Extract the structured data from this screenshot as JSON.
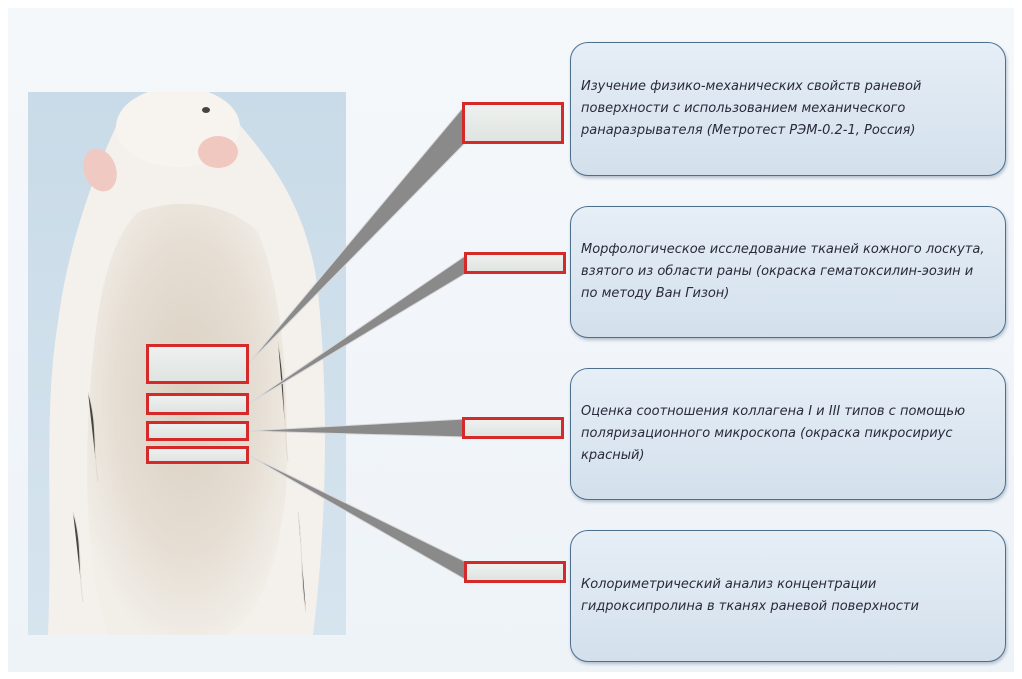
{
  "colors": {
    "sample_border": "#d42a2a",
    "box_border": "#4d6f8e",
    "box_fill": "#dfe8f1",
    "connector_fill": "#8a8a8a",
    "photo_background": "#cfe0ec"
  },
  "photo": {
    "subject": "white rat, dorsal view, with excised skin flap regions marked"
  },
  "samples": [
    {
      "id": "s1",
      "target": "b1"
    },
    {
      "id": "s2",
      "target": "b2"
    },
    {
      "id": "s3",
      "target": "b3"
    },
    {
      "id": "s4",
      "target": "b4"
    }
  ],
  "boxes": [
    {
      "id": "b1",
      "text": "Изучение физико-механических свойств раневой поверхности с использованием механического ранаразрывателя (Метротест РЭМ-0.2-1, Россия)"
    },
    {
      "id": "b2",
      "text": "Морфологическое исследование тканей кожного лоскута, взятого из области раны (окраска гематоксилин-эозин и по методу Ван Гизон)"
    },
    {
      "id": "b3",
      "text": "Оценка соотношения коллагена I и III типов с помощью поляризационного микроскопа (окраска пикросириус красный)"
    },
    {
      "id": "b4",
      "text": "Колориметрический анализ концентрации гидроксипролина в тканях раневой поверхности"
    }
  ]
}
